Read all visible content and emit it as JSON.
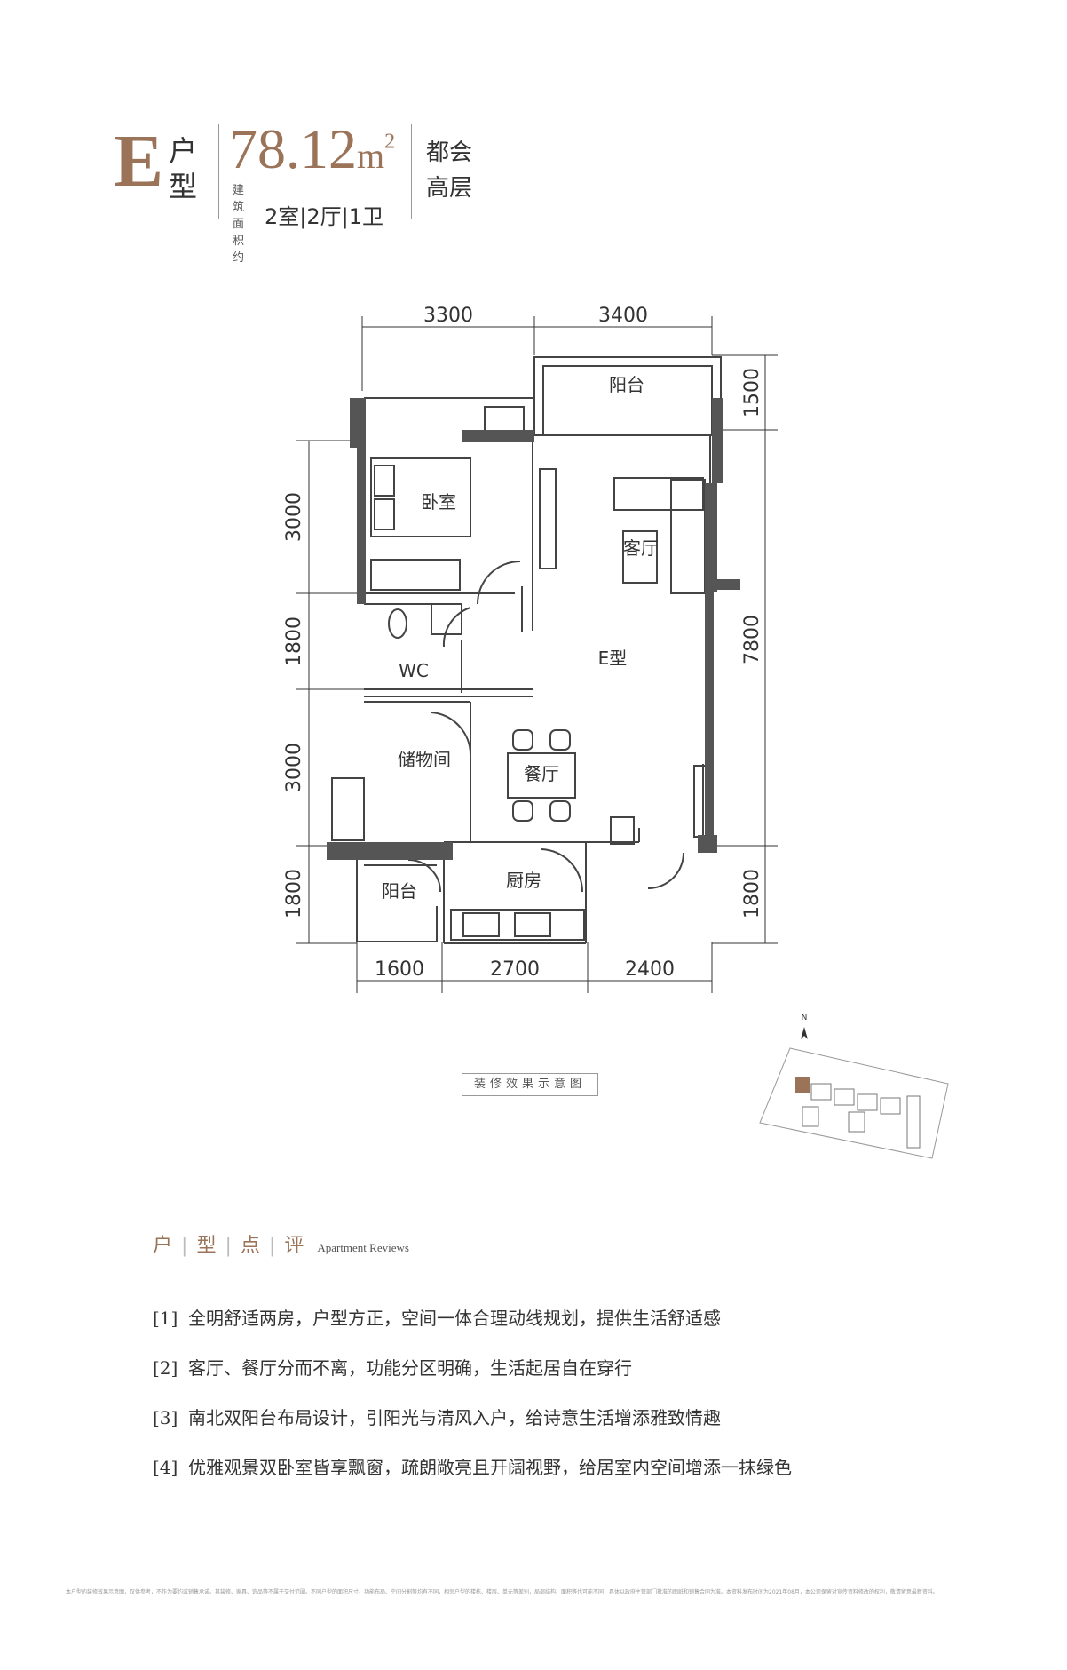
{
  "header": {
    "type_letter": "E",
    "type_suffix": "户型",
    "area_value": "78.12",
    "area_unit": "m",
    "area_sup": "2",
    "area_label": "建筑面积约",
    "rooms": "2室|2厅|1卫",
    "series": "都会高层"
  },
  "plan": {
    "dims_top": [
      "3300",
      "3400"
    ],
    "dims_bottom": [
      "1600",
      "2700",
      "2400"
    ],
    "dims_left": [
      "3000",
      "1800",
      "3000",
      "1800"
    ],
    "dims_right": [
      "1500",
      "7800",
      "1800"
    ],
    "rooms": {
      "balcony_north": "阳台",
      "bedroom": "卧室",
      "living": "客厅",
      "wc": "WC",
      "unit_label": "E型",
      "storage": "储物间",
      "dining": "餐厅",
      "kitchen": "厨房",
      "balcony_south": "阳台"
    },
    "north": "N"
  },
  "note": "装修效果示意图",
  "reviews": {
    "title_parts": [
      "户",
      "型",
      "点",
      "评"
    ],
    "title_en": "Apartment Reviews",
    "items": [
      {
        "num": "[1]",
        "text": "全明舒适两房，户型方正，空间一体合理动线规划，提供生活舒适感"
      },
      {
        "num": "[2]",
        "text": "客厅、餐厅分而不离，功能分区明确，生活起居自在穿行"
      },
      {
        "num": "[3]",
        "text": "南北双阳台布局设计，引阳光与清风入户，给诗意生活增添雅致情趣"
      },
      {
        "num": "[4]",
        "text": "优雅观景双卧室皆享飘窗，疏朗敞亮且开阔视野，给居室内空间增添一抹绿色"
      }
    ]
  },
  "disclaimer": "本户型的装修效果示意图，仅供参考，不作为要约或销售承诺。其装修、家具、饰品等不属于交付范围。不同户型的面积尺寸、功能布局、空间分割等均有不同，相邻户型的楼栋、楼层、单元等差别，局部结构、面积等也可能不同，具体以政府主管部门批准的图纸和销售合同为准。本资料发布时间为2021年08月，本公司保留对宣传资料修改的权利，敬请留意最新资料。"
}
